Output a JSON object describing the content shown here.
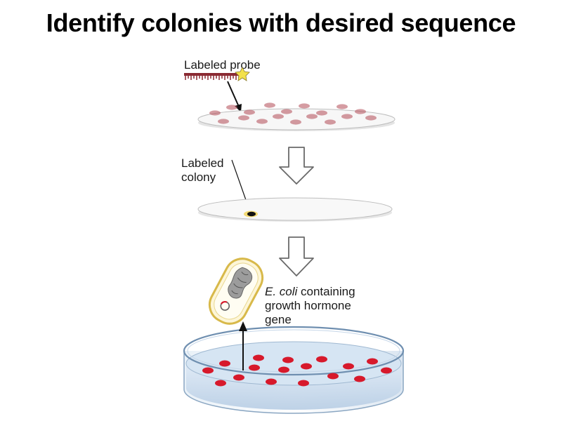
{
  "title": "Identify colonies with desired sequence",
  "labels": {
    "probe": "Labeled probe",
    "colony_line1": "Labeled",
    "colony_line2": "colony",
    "ecoli_italic": "E. coli",
    "ecoli_line1_rest": " containing",
    "ecoli_line2": "growth hormone",
    "ecoli_line3": "gene"
  },
  "colors": {
    "probe": "#8b2a33",
    "star": "#f3e14a",
    "colony_dots": "#b24a56",
    "agar": "#cfe0f0",
    "red_colonies": "#d7192b",
    "labeled_spot": "#111111",
    "halo": "#f2d24a",
    "bacterium_outline": "#d8b94a"
  }
}
